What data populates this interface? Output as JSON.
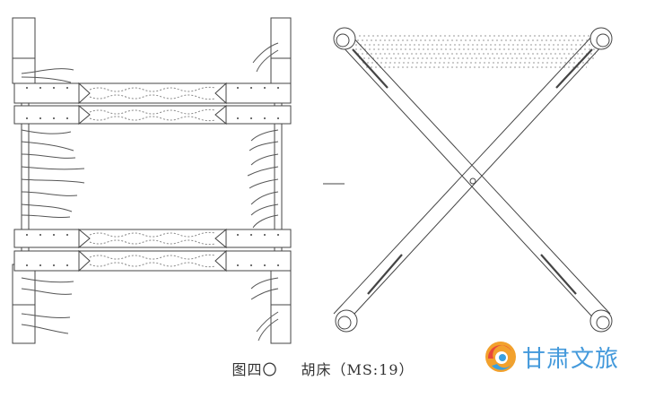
{
  "figure": {
    "number_label": "图四〇",
    "title": "胡床（MS:19）"
  },
  "watermark": {
    "text": "甘肃文旅",
    "colors": [
      "#e8483b",
      "#f2a12d",
      "#3aa0e0",
      "#2f8fd8"
    ]
  },
  "drawing": {
    "left_view": "top-view-frame-with-lashings",
    "right_view": "side-view-x-folding-stool",
    "line_color": "#444444"
  }
}
